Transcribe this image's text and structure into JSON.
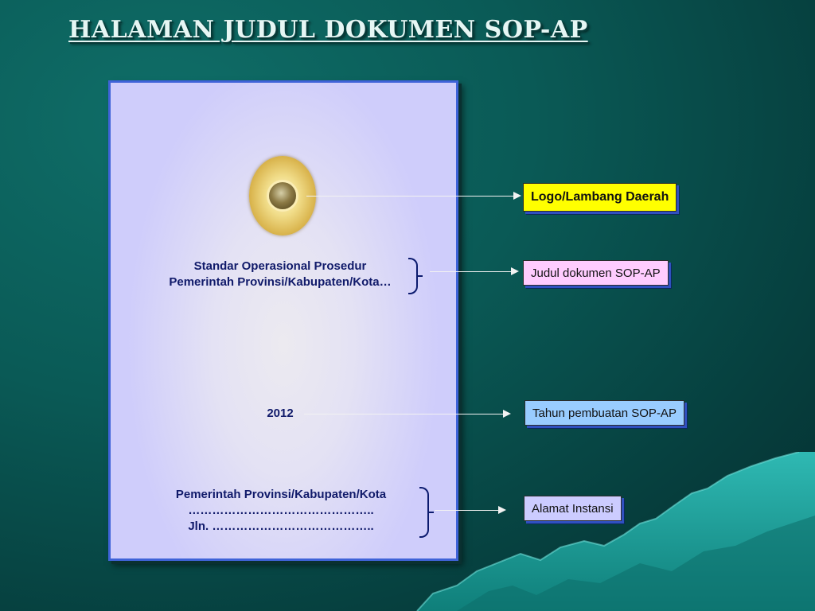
{
  "title": "HALAMAN JUDUL DOKUMEN SOP-AP",
  "document": {
    "title_line1": "Standar Operasional Prosedur",
    "title_line2": "Pemerintah Provinsi/Kabupaten/Kota…",
    "year": "2012",
    "address_line1": "Pemerintah Provinsi/Kabupaten/Kota",
    "address_line2": "………………………………………..",
    "address_line3": "Jln.  ………………………………….."
  },
  "labels": {
    "logo": "Logo/Lambang Daerah",
    "judul": "Judul dokumen SOP-AP",
    "tahun": "Tahun pembuatan SOP-AP",
    "alamat": "Alamat Instansi"
  },
  "colors": {
    "background": "#0a5a56",
    "logo_label": "#ffff00",
    "judul_label": "#ffccff",
    "tahun_label": "#99ccff",
    "alamat_label": "#ccccff",
    "page_border": "#3f63d8"
  }
}
